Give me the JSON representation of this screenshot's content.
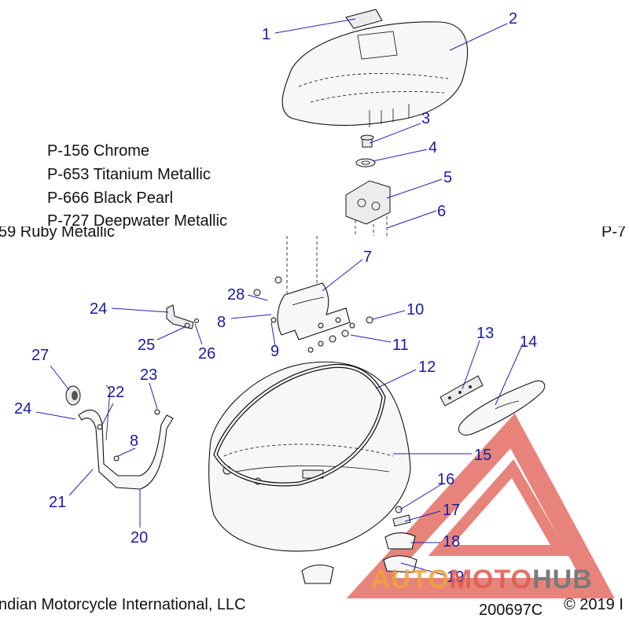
{
  "paint_codes": [
    "P-156 Chrome",
    "P-653 Titanium Metallic",
    "P-666 Black Pearl",
    "P-727 Deepwater Metallic"
  ],
  "clipped_row": {
    "left": "59 Ruby Metallic",
    "right": "P-7"
  },
  "footer": {
    "company": "ndian Motorcycle International, LLC",
    "drawing_number": "200697C",
    "copyright": "© 2019 I"
  },
  "watermark": {
    "text_auto": "AUTO",
    "text_moto": "MOTO",
    "text_hub": "HUB",
    "color_primary": "#e05a4f",
    "color_secondary": "#f0a23a",
    "color_hub": "#7a7a7a"
  },
  "callouts": [
    {
      "id": "c1",
      "text": "1"
    },
    {
      "id": "c2",
      "text": "2"
    },
    {
      "id": "c3",
      "text": "3"
    },
    {
      "id": "c4",
      "text": "4"
    },
    {
      "id": "c5",
      "text": "5"
    },
    {
      "id": "c6",
      "text": "6"
    },
    {
      "id": "c7",
      "text": "7"
    },
    {
      "id": "c8a",
      "text": "8"
    },
    {
      "id": "c9",
      "text": "9"
    },
    {
      "id": "c10",
      "text": "10"
    },
    {
      "id": "c11",
      "text": "11"
    },
    {
      "id": "c12",
      "text": "12"
    },
    {
      "id": "c13",
      "text": "13"
    },
    {
      "id": "c14",
      "text": "14"
    },
    {
      "id": "c15",
      "text": "15"
    },
    {
      "id": "c16",
      "text": "16"
    },
    {
      "id": "c17",
      "text": "17"
    },
    {
      "id": "c18",
      "text": "18"
    },
    {
      "id": "c19",
      "text": "19"
    },
    {
      "id": "c20",
      "text": "20"
    },
    {
      "id": "c21",
      "text": "21"
    },
    {
      "id": "c22",
      "text": "22"
    },
    {
      "id": "c23",
      "text": "23"
    },
    {
      "id": "c24a",
      "text": "24"
    },
    {
      "id": "c25",
      "text": "25"
    },
    {
      "id": "c26",
      "text": "26"
    },
    {
      "id": "c27",
      "text": "27"
    },
    {
      "id": "c28",
      "text": "28"
    },
    {
      "id": "c24b",
      "text": "24"
    },
    {
      "id": "c8b",
      "text": "8"
    }
  ]
}
